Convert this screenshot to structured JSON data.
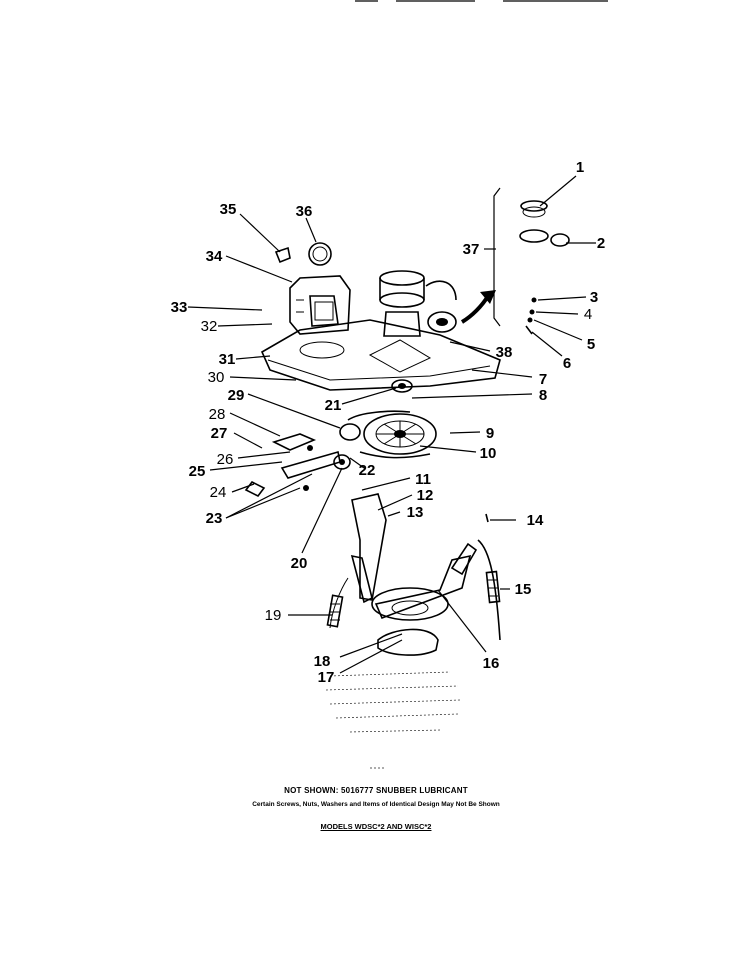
{
  "callouts": [
    {
      "id": "1",
      "text": "1"
    },
    {
      "id": "2",
      "text": "2"
    },
    {
      "id": "3",
      "text": "3"
    },
    {
      "id": "4",
      "text": "4"
    },
    {
      "id": "5",
      "text": "5"
    },
    {
      "id": "6",
      "text": "6"
    },
    {
      "id": "7",
      "text": "7"
    },
    {
      "id": "8",
      "text": "8"
    },
    {
      "id": "9",
      "text": "9"
    },
    {
      "id": "10",
      "text": "10"
    },
    {
      "id": "11",
      "text": "11"
    },
    {
      "id": "12",
      "text": "12"
    },
    {
      "id": "13",
      "text": "13"
    },
    {
      "id": "14",
      "text": "14"
    },
    {
      "id": "15",
      "text": "15"
    },
    {
      "id": "16",
      "text": "16"
    },
    {
      "id": "17",
      "text": "17"
    },
    {
      "id": "18",
      "text": "18"
    },
    {
      "id": "19",
      "text": "19"
    },
    {
      "id": "20",
      "text": "20"
    },
    {
      "id": "21",
      "text": "21"
    },
    {
      "id": "22",
      "text": "22"
    },
    {
      "id": "23",
      "text": "23"
    },
    {
      "id": "24",
      "text": "24"
    },
    {
      "id": "25",
      "text": "25"
    },
    {
      "id": "26",
      "text": "26"
    },
    {
      "id": "27",
      "text": "27"
    },
    {
      "id": "28",
      "text": "28"
    },
    {
      "id": "29",
      "text": "29"
    },
    {
      "id": "30",
      "text": "30"
    },
    {
      "id": "31",
      "text": "31"
    },
    {
      "id": "32",
      "text": "32"
    },
    {
      "id": "33",
      "text": "33"
    },
    {
      "id": "34",
      "text": "34"
    },
    {
      "id": "35",
      "text": "35"
    },
    {
      "id": "36",
      "text": "36"
    },
    {
      "id": "37",
      "text": "37"
    },
    {
      "id": "38",
      "text": "38"
    }
  ],
  "notes": {
    "not_shown": "NOT SHOWN: 5016777 SNUBBER LUBRICANT",
    "disclaimer": "Certain Screws, Nuts, Washers and Items of Identical Design May Not Be Shown",
    "models": "MODELS WDSC*2 AND WISC*2"
  }
}
